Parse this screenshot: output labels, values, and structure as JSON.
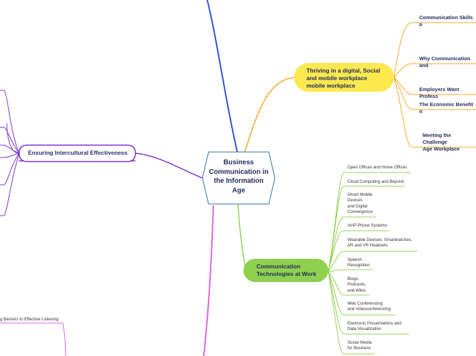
{
  "central": {
    "label": "Business\nCommunication in\nthe Information\nAge",
    "fill": "#ffffff",
    "stroke": "#2e6da4"
  },
  "colors": {
    "blue": "#2d4fd6",
    "orange": "#f5a623",
    "yellow": "#fce94f",
    "green": "#8fd14f",
    "purple": "#7b2fd0",
    "pink": "#e060e0"
  },
  "branches": {
    "digital": {
      "label": "Thriving in a digital, Social\nand mobile workplace\nmobile workplace",
      "children": [
        "Communication Skills a",
        "Why Communication and",
        "Employers Want Profess",
        "The Economic Benefit o",
        "Meeting the Challenge\nAge Workplace"
      ]
    },
    "technologies": {
      "label": "Communication\nTechnologies at Work",
      "children": [
        "Open Offices and Home Offices",
        "Cloud Computing and Beyond",
        "Smart Mobile\nDevices\nand Digital\nConvergence",
        "VoIP Phone Systems",
        "Wearable Devices: Smartwatches,\nAR and VR Headsets",
        "Speech\nRecognition",
        "Blogs,\nPodcasts,\nand Wikis",
        "Web Conferencing\nand Videoconferencing",
        "Electronic Presentations and\nData Visualization",
        "Social Media\nfor Business"
      ]
    },
    "intercultural": {
      "label": "Ensuring Intercultural Effectiveness"
    },
    "listening": {
      "label": "g Barriers to Effective Listening"
    }
  }
}
